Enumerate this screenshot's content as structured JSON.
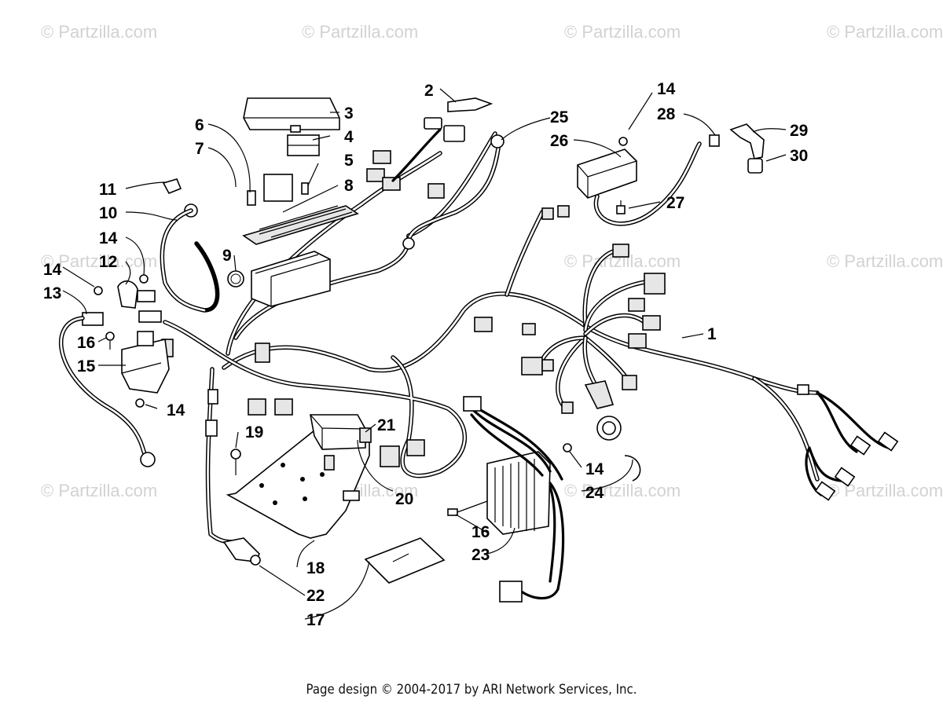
{
  "watermarks": [
    "© Partzilla.com",
    "© Partzilla.com",
    "© Partzilla.com",
    "© Partzilla.com",
    "© Partzilla.com",
    "© Partzilla.com",
    "© Partzilla.com",
    "© Partzilla.com",
    "© Partzilla.com",
    "© Partzilla.com",
    "© Partzilla.com"
  ],
  "callouts": [
    "1",
    "2",
    "3",
    "4",
    "5",
    "6",
    "7",
    "8",
    "9",
    "10",
    "11",
    "12",
    "13",
    "14",
    "14",
    "14",
    "14",
    "14",
    "15",
    "16",
    "16",
    "17",
    "18",
    "19",
    "20",
    "21",
    "22",
    "23",
    "24",
    "25",
    "26",
    "27",
    "28",
    "29",
    "30"
  ],
  "footer": "Page design © 2004-2017 by ARI Network Services, Inc."
}
